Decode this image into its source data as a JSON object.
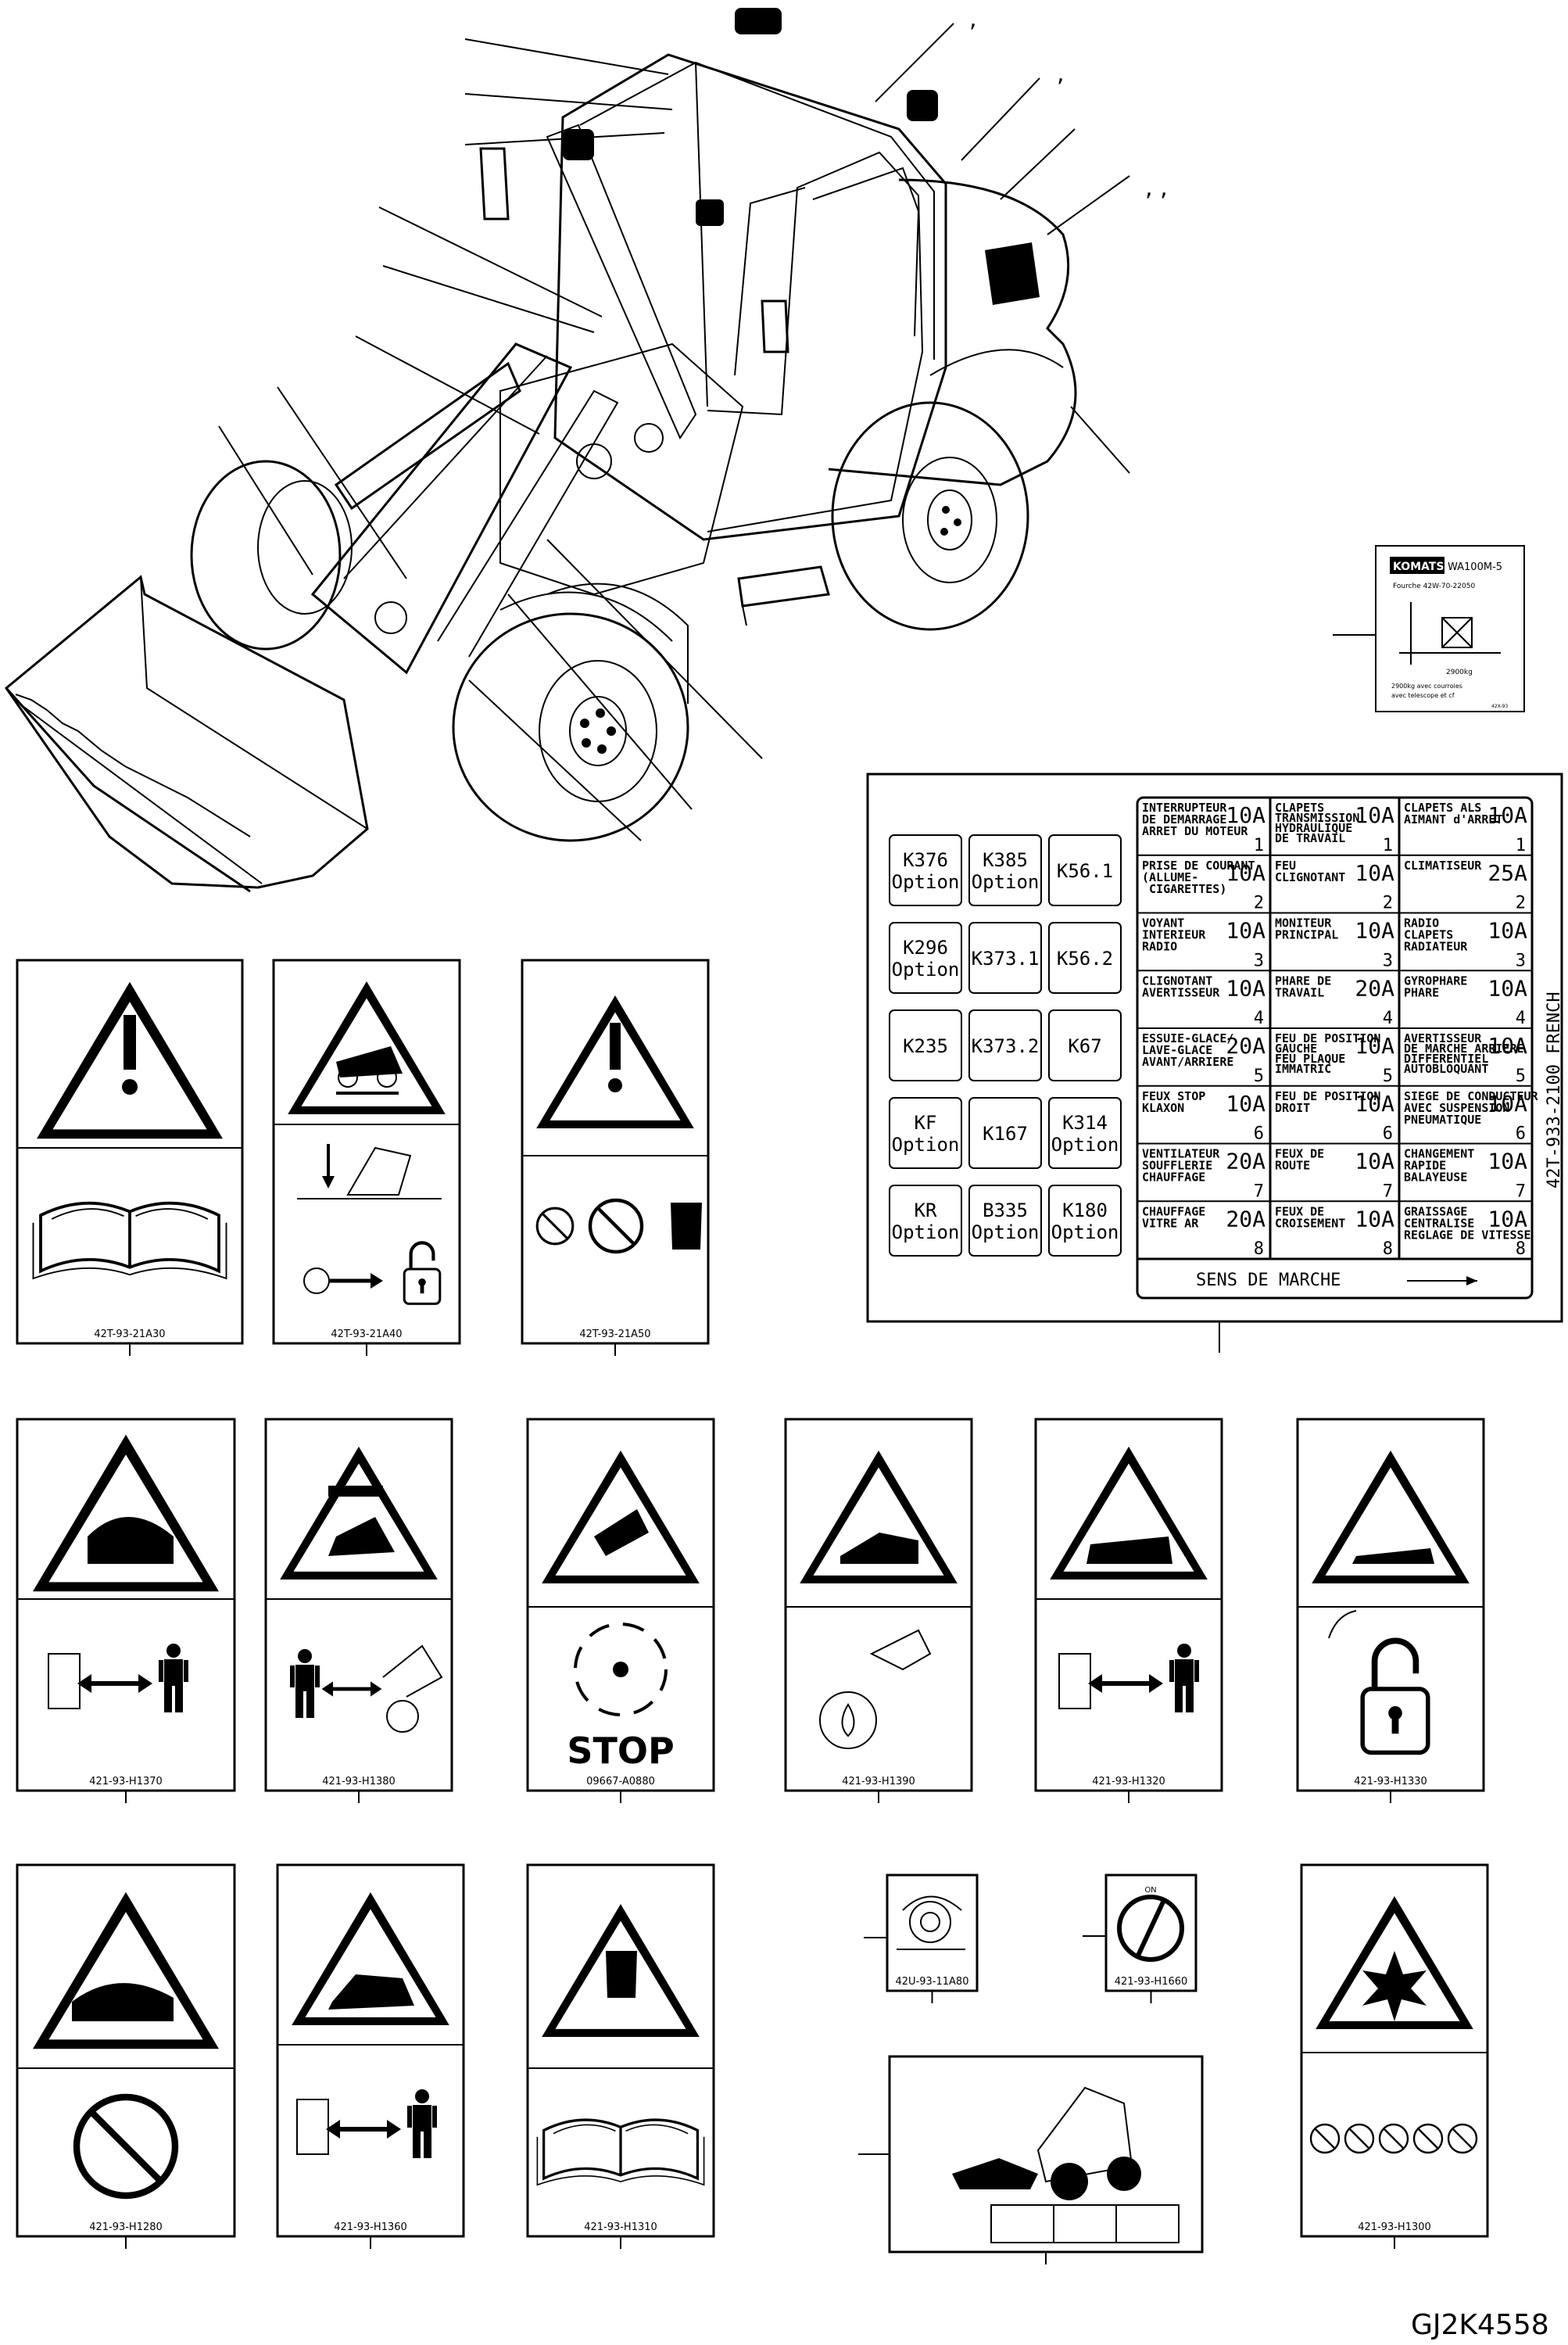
{
  "callout_marks": [
    ",",
    ",",
    ", ,"
  ],
  "drawing_number": "GJ2K4558",
  "rating_plate": {
    "brand": "KOMATSU",
    "model": "WA100M-5",
    "line1": "Fourche 42W-70-22050",
    "weight": "2900kg",
    "line2": "2900kg avec courroies",
    "line3": "avec telescope et cf",
    "corner": "42X-93"
  },
  "fuse_panel": {
    "side_label": "42T-933-2100  FRENCH",
    "footer": "SENS DE MARCHE",
    "relays": [
      [
        "K376\nOption",
        "K385\nOption",
        "K56.1"
      ],
      [
        "K296\nOption",
        "K373.1",
        "K56.2"
      ],
      [
        "K235",
        "K373.2",
        "K67"
      ],
      [
        "KF\nOption",
        "K167",
        "K314\nOption"
      ],
      [
        "KR\nOption",
        "B335\nOption",
        "K180\nOption"
      ]
    ],
    "fuses": [
      [
        {
          "name": "INTERRUPTEUR\nDE DEMARRAGE\nARRET DU MOTEUR",
          "amp": "10A",
          "num": "1"
        },
        {
          "name": "PRISE DE COURANT\n(ALLUME-\n CIGARETTES)",
          "amp": "10A",
          "num": "2"
        },
        {
          "name": "VOYANT\nINTERIEUR\nRADIO",
          "amp": "10A",
          "num": "3"
        },
        {
          "name": "CLIGNOTANT\nAVERTISSEUR",
          "amp": "10A",
          "num": "4"
        },
        {
          "name": "ESSUIE-GLACE/\nLAVE-GLACE\nAVANT/ARRIERE",
          "amp": "20A",
          "num": "5"
        },
        {
          "name": "FEUX STOP\nKLAXON",
          "amp": "10A",
          "num": "6"
        },
        {
          "name": "VENTILATEUR\nSOUFFLERIE\nCHAUFFAGE",
          "amp": "20A",
          "num": "7"
        },
        {
          "name": "CHAUFFAGE\nVITRE AR",
          "amp": "20A",
          "num": "8"
        }
      ],
      [
        {
          "name": "CLAPETS\nTRANSMISSION\nHYDRAULIQUE\nDE TRAVAIL",
          "amp": "10A",
          "num": "1"
        },
        {
          "name": "FEU\nCLIGNOTANT",
          "amp": "10A",
          "num": "2"
        },
        {
          "name": "MONITEUR\nPRINCIPAL",
          "amp": "10A",
          "num": "3"
        },
        {
          "name": "PHARE DE\nTRAVAIL",
          "amp": "20A",
          "num": "4"
        },
        {
          "name": "FEU DE POSITION\nGAUCHE\nFEU PLAQUE\nIMMATRIC",
          "amp": "10A",
          "num": "5"
        },
        {
          "name": "FEU DE POSITION\nDROIT",
          "amp": "10A",
          "num": "6"
        },
        {
          "name": "FEUX DE\nROUTE",
          "amp": "10A",
          "num": "7"
        },
        {
          "name": "FEUX DE\nCROISEMENT",
          "amp": "10A",
          "num": "8"
        }
      ],
      [
        {
          "name": "CLAPETS ALS\nAIMANT d'ARRET",
          "amp": "10A",
          "num": "1"
        },
        {
          "name": "CLIMATISEUR",
          "amp": "25A",
          "num": "2"
        },
        {
          "name": "RADIO\nCLAPETS\nRADIATEUR",
          "amp": "10A",
          "num": "3"
        },
        {
          "name": "GYROPHARE\nPHARE",
          "amp": "10A",
          "num": "4"
        },
        {
          "name": "AVERTISSEUR\nDE MARCHE ARRIERE\nDIFFERENTIEL\nAUTOBLOQUANT",
          "amp": "10A",
          "num": "5"
        },
        {
          "name": "SIEGE DE CONDUCTEUR\nAVEC SUSPENSION\nPNEUMATIQUE",
          "amp": "10A",
          "num": "6"
        },
        {
          "name": "CHANGEMENT\nRAPIDE\nBALAYEUSE",
          "amp": "10A",
          "num": "7"
        },
        {
          "name": "GRAISSAGE\nCENTRALISE\nREGLAGE DE VITESSE",
          "amp": "10A",
          "num": "8"
        }
      ]
    ]
  },
  "decals": [
    {
      "id": "warning-read-manual",
      "part_no": "42T-93-21A30"
    },
    {
      "id": "warning-lower-bucket-lock",
      "part_no": "42T-93-21A40"
    },
    {
      "id": "warning-do-not-touch",
      "part_no": "42T-93-21A50"
    },
    {
      "id": "warning-crush-keep-distance",
      "part_no": "421-93-H1370"
    },
    {
      "id": "warning-fall-keep-away-bucket",
      "part_no": "421-93-H1380"
    },
    {
      "id": "warning-rotating-parts-stop",
      "part_no": "09667-A0880",
      "stop_text": "STOP"
    },
    {
      "id": "warning-brake-fluid",
      "part_no": "421-93-H1390"
    },
    {
      "id": "warning-articulation-keep-distance",
      "part_no": "421-93-H1320"
    },
    {
      "id": "warning-articulation-lock",
      "part_no": "421-93-H1330"
    },
    {
      "id": "warning-hot-surface",
      "part_no": "421-93-H1280"
    },
    {
      "id": "warning-machine-keep-distance",
      "part_no": "421-93-H1360"
    },
    {
      "id": "warning-hand-read-manual",
      "part_no": "421-93-H1310"
    },
    {
      "id": "lifting-point-decal",
      "part_no": "42U-93-11A80"
    },
    {
      "id": "battery-switch-decal",
      "part_no": "421-93-H1660",
      "on_text": "ON"
    },
    {
      "id": "operation-overview-decal",
      "part_no": ""
    },
    {
      "id": "warning-explosion-battery",
      "part_no": "421-93-H1300"
    }
  ]
}
